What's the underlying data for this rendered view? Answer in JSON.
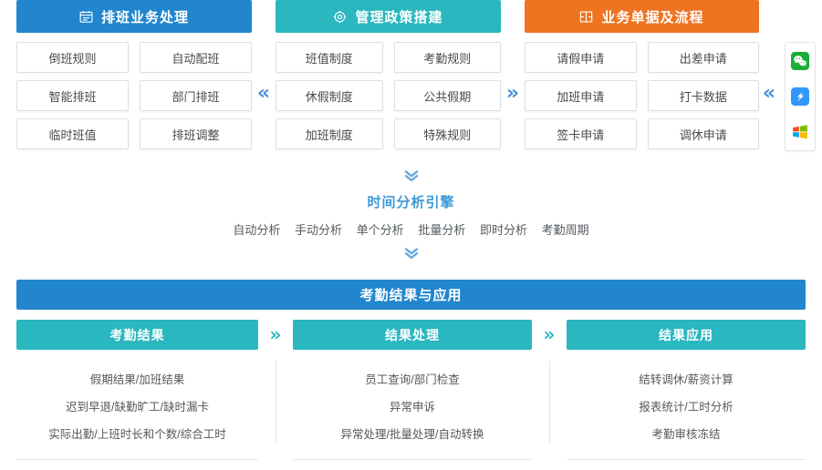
{
  "colors": {
    "blue": "#2186cd",
    "teal": "#2ab7c0",
    "orange": "#ee7422",
    "arrow_blue": "#4a90d9",
    "arrow_teal": "#2ab7c0",
    "tile_text": "#4a4a4a"
  },
  "top": {
    "panels": [
      {
        "title": "排班业务处理",
        "icon": "calendar-icon",
        "color": "#2186cd",
        "tiles": [
          "倒班规则",
          "自动配班",
          "智能排班",
          "部门排班",
          "临时班值",
          "排班调整"
        ]
      },
      {
        "title": "管理政策搭建",
        "icon": "settings-gear-icon",
        "color": "#2ab7c0",
        "tiles": [
          "班值制度",
          "考勤规则",
          "休假制度",
          "公共假期",
          "加班制度",
          "特殊规则"
        ]
      },
      {
        "title": "业务单据及流程",
        "icon": "document-flow-icon",
        "color": "#ee7422",
        "tiles": [
          "请假申请",
          "出差申请",
          "加班申请",
          "打卡数据",
          "签卡申请",
          "调休申请"
        ]
      }
    ],
    "connectors": [
      "«",
      "»",
      "«"
    ],
    "app_icons": [
      "wechat-icon",
      "dingtalk-icon",
      "windows-icon"
    ]
  },
  "engine": {
    "chevron_top": "»",
    "chevron_bottom": "»",
    "title": "时间分析引擎",
    "items": [
      "自动分析",
      "手动分析",
      "单个分析",
      "批量分析",
      "即时分析",
      "考勤周期"
    ]
  },
  "results": {
    "banner": "考勤结果与应用",
    "connectors": [
      "»",
      "»"
    ],
    "columns": [
      {
        "title": "考勤结果",
        "lines": [
          "假期结果/加班结果",
          "迟到早退/缺勤旷工/缺时漏卡",
          "实际出勤/上班时长和个数/综合工时"
        ]
      },
      {
        "title": "结果处理",
        "lines": [
          "员工查询/部门检查",
          "异常申诉",
          "异常处理/批量处理/自动转换"
        ]
      },
      {
        "title": "结果应用",
        "lines": [
          "结转调休/薪资计算",
          "报表统计/工时分析",
          "考勤审核冻结"
        ]
      }
    ]
  }
}
